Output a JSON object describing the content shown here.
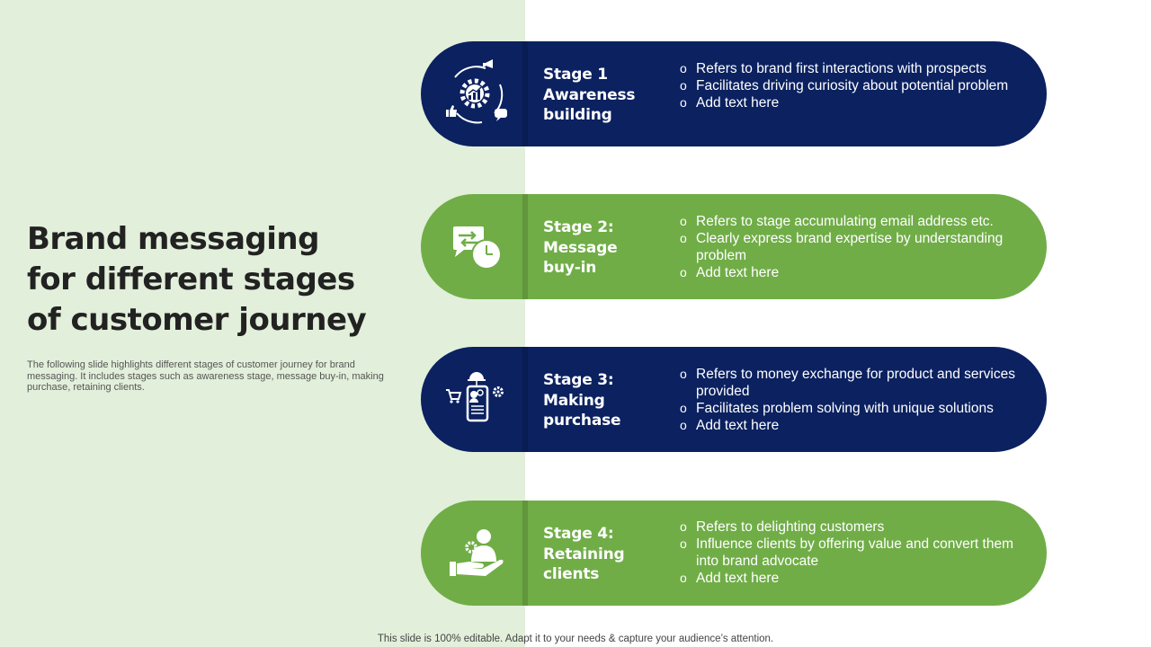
{
  "slide": {
    "title_lines": [
      "Brand messaging",
      "for different stages",
      "of customer journey"
    ],
    "description": "The following slide highlights different stages of customer journey for brand messaging. It includes stages such as awareness stage, message buy-in, making purchase, retaining clients.",
    "footer": "This slide is 100% editable. Adapt it to your needs & capture your audience’s attention."
  },
  "colors": {
    "navy": "#0b2160",
    "green": "#70ad47",
    "left_panel": "#e2efda"
  },
  "stages": [
    {
      "title_lines": [
        "Stage 1",
        "Awareness",
        "building"
      ],
      "icon": "awareness-gear-icon",
      "bullets": [
        "Refers to brand first interactions with prospects",
        "Facilitates driving curiosity about potential problem",
        "Add text here"
      ]
    },
    {
      "title_lines": [
        "Stage 2:",
        "Message",
        "buy-in"
      ],
      "icon": "message-clock-icon",
      "bullets": [
        "Refers to stage accumulating email address etc.",
        "Clearly express brand expertise by understanding problem",
        "Add text here"
      ]
    },
    {
      "title_lines": [
        "Stage 3:",
        "Making",
        "purchase"
      ],
      "icon": "mobile-purchase-icon",
      "bullets": [
        "Refers to money exchange for product and services provided",
        "Facilitates problem solving with unique solutions",
        "Add text here"
      ]
    },
    {
      "title_lines": [
        "Stage 4:",
        "Retaining",
        "clients"
      ],
      "icon": "hand-person-icon",
      "bullets": [
        "Refers to delighting customers",
        "Influence  clients by offering value and convert them into brand advocate",
        "Add text here"
      ]
    }
  ]
}
